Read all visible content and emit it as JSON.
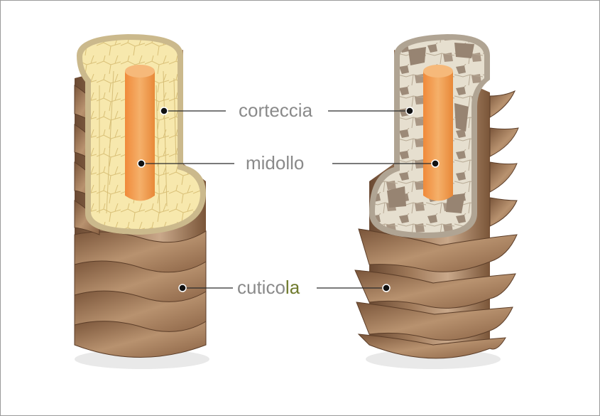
{
  "labels": {
    "cortex": "corteccia",
    "medulla": "midollo",
    "cuticle_main": "cutico",
    "cuticle_highlight": "la"
  },
  "colors": {
    "label_gray": "#8a8a8a",
    "highlight_green": "#6f7a2c",
    "cuticle_brown": "#8c6547",
    "cortex_healthy": "#f6e6a6",
    "cortex_damaged": "#e3dbcc",
    "medulla_orange": "#f2a050",
    "leader_line": "#2a2a2a"
  },
  "hair_strands": [
    {
      "name": "healthy-hair",
      "state": "healthy"
    },
    {
      "name": "damaged-hair",
      "state": "damaged"
    }
  ]
}
